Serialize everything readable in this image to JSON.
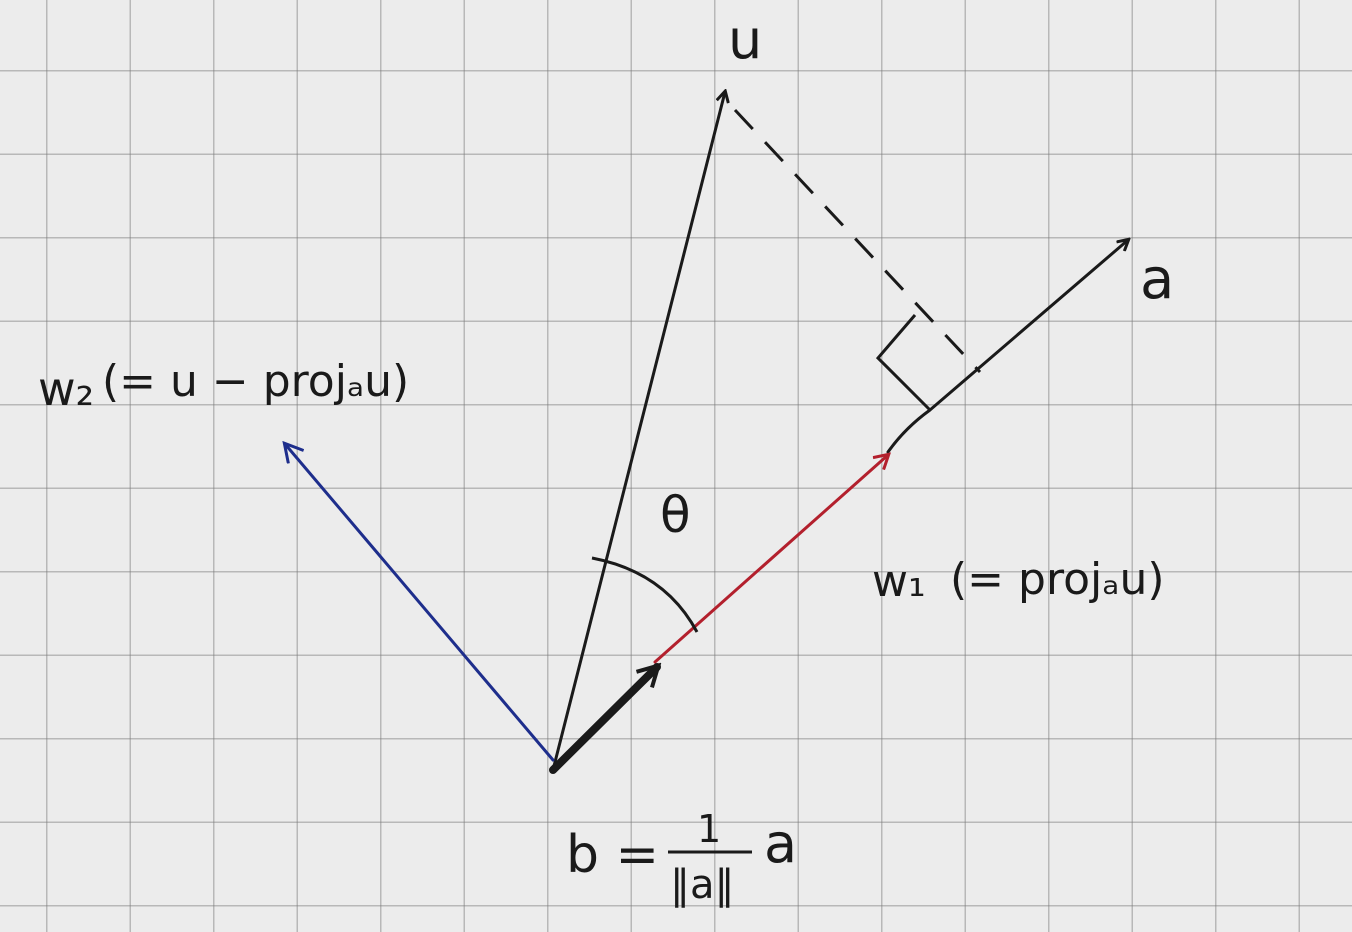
{
  "labels": {
    "u": "u",
    "a": "a",
    "theta": "θ",
    "w2": "w₂",
    "w2_def": "(= u − projₐu)",
    "w1": "w₁",
    "w1_def": "(= projₐu)",
    "b_lhs": "b =",
    "b_num": "1",
    "b_den": "‖a‖",
    "b_vec": "a"
  },
  "colors": {
    "ink": "#1a1a1a",
    "w1": "#b3202d",
    "w2": "#1e2e8c",
    "grid": "#8a8a8a"
  }
}
